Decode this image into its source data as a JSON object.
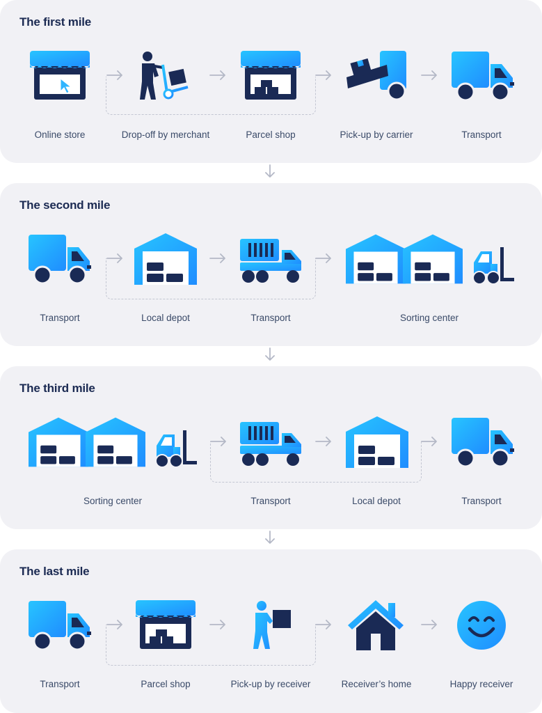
{
  "colors": {
    "light_blue": "#2fb4ff",
    "dark_blue": "#1a2a55",
    "panel": "#f1f1f5"
  },
  "sections": [
    {
      "title": "The first mile",
      "steps": [
        {
          "label": "Online store",
          "icon": "online-store-icon"
        },
        {
          "label": "Drop-off by merchant",
          "icon": "merchant-dropoff-icon"
        },
        {
          "label": "Parcel shop",
          "icon": "parcel-shop-icon"
        },
        {
          "label": "Pick-up by carrier",
          "icon": "carrier-pickup-icon"
        },
        {
          "label": "Transport",
          "icon": "truck-icon"
        }
      ]
    },
    {
      "title": "The second mile",
      "steps": [
        {
          "label": "Transport",
          "icon": "truck-icon"
        },
        {
          "label": "Local depot",
          "icon": "depot-icon"
        },
        {
          "label": "Transport",
          "icon": "container-truck-icon"
        },
        {
          "label": "Sorting center",
          "icon": "sorting-center-icon"
        }
      ]
    },
    {
      "title": "The third mile",
      "steps": [
        {
          "label": "Sorting center",
          "icon": "sorting-center-icon"
        },
        {
          "label": "Transport",
          "icon": "container-truck-icon"
        },
        {
          "label": "Local depot",
          "icon": "depot-icon"
        },
        {
          "label": "Transport",
          "icon": "truck-icon"
        }
      ]
    },
    {
      "title": "The last mile",
      "steps": [
        {
          "label": "Transport",
          "icon": "truck-icon"
        },
        {
          "label": "Parcel shop",
          "icon": "parcel-shop-icon"
        },
        {
          "label": "Pick-up by receiver",
          "icon": "receiver-pickup-icon"
        },
        {
          "label": "Receiver’s home",
          "icon": "house-icon"
        },
        {
          "label": "Happy receiver",
          "icon": "smiley-icon"
        }
      ]
    }
  ]
}
